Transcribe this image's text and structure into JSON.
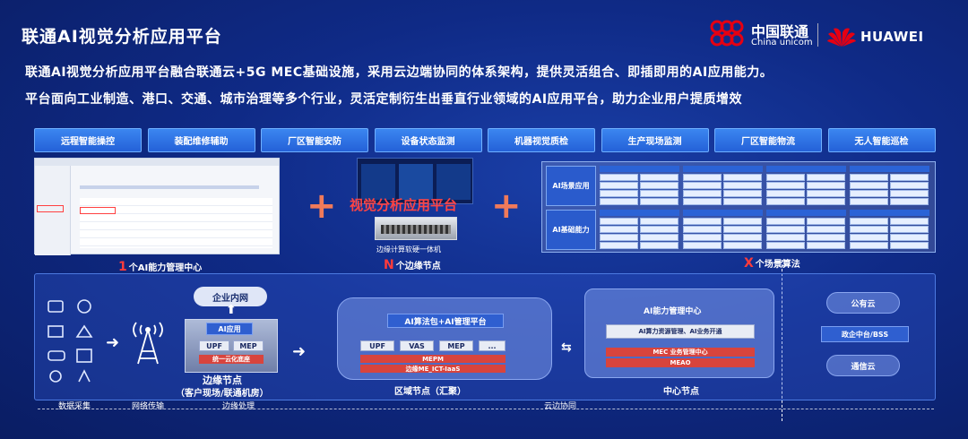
{
  "header": {
    "title": "联通AI视觉分析应用平台",
    "line1": "联通AI视觉分析应用平台融合联通云+5G MEC基础设施，采用云边端协同的体系架构，提供灵活组合、即插即用的AI应用能力。",
    "line2": "平台面向工业制造、港口、交通、城市治理等多个行业，灵活定制衍生出垂直行业领域的AI应用平台，助力企业用户提质增效"
  },
  "logos": {
    "unicom_cn": "中国联通",
    "unicom_en": "China unicom",
    "huawei": "HUAWEI"
  },
  "scenarios": [
    "远程智能操控",
    "装配维修辅助",
    "厂区智能安防",
    "设备状态监测",
    "机器视觉质检",
    "生产现场监测",
    "厂区智能物流",
    "无人智能巡检"
  ],
  "middle": {
    "mgmt_num": "1",
    "mgmt_label": "个AI能力管理中心",
    "platform_label": "视觉分析应用平台",
    "device_label": "边缘计算软硬一体机",
    "edge_num": "N",
    "edge_label": "个边缘节点",
    "algo_num": "X",
    "algo_label": "个场景算法",
    "ai_scene_app": "AI场景应用",
    "ai_base_cap": "AI基础能力"
  },
  "bottom": {
    "enterprise_net": "企业内网",
    "ai_app": "AI应用",
    "upf": "UPF",
    "mep": "MEP",
    "unified_cloud": "统一云化底座",
    "edge_node": "边缘节点",
    "edge_node_sub": "（客户现场/联通机房）",
    "region_top": "AI算法包+AI管理平台",
    "r_upf": "UPF",
    "r_vas": "VAS",
    "r_mep": "MEP",
    "r_more": "...",
    "mepm": "MEPM",
    "me_iaas": "边缘ME_ICT-IaaS",
    "region_node": "区域节点（汇聚）",
    "center_top": "AI能力管理中心",
    "center_mid": "AI算力资源管理、AI业务开通",
    "center_mec": "MEC 业务管理中心",
    "center_meao": "MEAO",
    "center_node": "中心节点",
    "public_cloud": "公有云",
    "bss": "政企中台/BSS",
    "telecom_cloud": "通信云"
  },
  "footer": [
    "数据采集",
    "网络传输",
    "边缘处理",
    "云边协同"
  ],
  "colors": {
    "accent_red": "#ff3b3b",
    "bg_blue": "#0f2a86",
    "scenario_blue": "#2f6fe0"
  }
}
